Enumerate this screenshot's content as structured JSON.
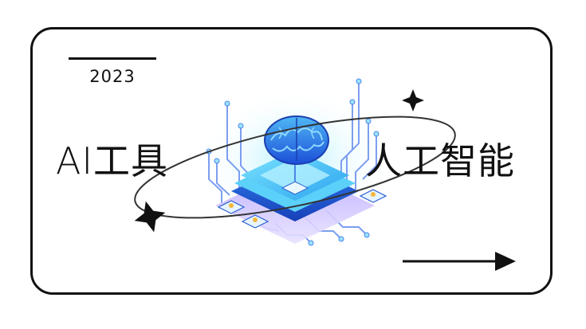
{
  "year": "2023",
  "title_left": "AI工具",
  "title_right": "人工智能",
  "icons": {
    "brain": "brain-icon",
    "chip": "chip-icon",
    "star": "four-point-star-icon",
    "arrow": "right-arrow-icon"
  },
  "colors": {
    "ink": "#111111",
    "brain": "#2f6fe0",
    "chip_top": "#3ec9f5",
    "chip_side": "#1e5fd0",
    "circuit": "#7c9ef0",
    "glow": "#a9e8ff"
  }
}
